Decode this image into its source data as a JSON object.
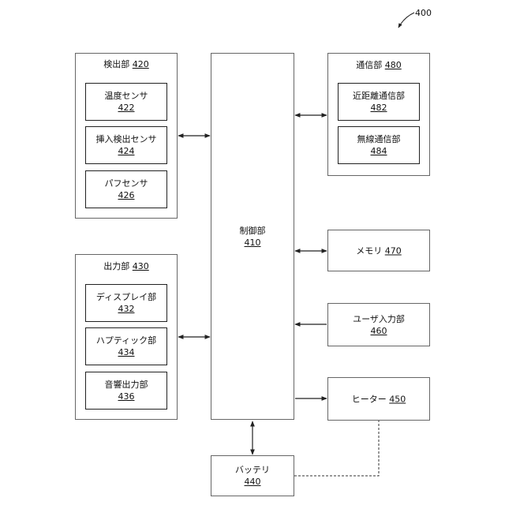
{
  "figure_number": "400",
  "blocks": {
    "detect": {
      "name": "検出部",
      "num": "420"
    },
    "temp": {
      "name": "温度センサ",
      "num": "422"
    },
    "insert": {
      "name": "挿入検出センサ",
      "num": "424"
    },
    "puff": {
      "name": "パフセンサ",
      "num": "426"
    },
    "output": {
      "name": "出力部",
      "num": "430"
    },
    "display": {
      "name": "ディスプレイ部",
      "num": "432"
    },
    "haptic": {
      "name": "ハプティック部",
      "num": "434"
    },
    "audio": {
      "name": "音響出力部",
      "num": "436"
    },
    "control": {
      "name": "制御部",
      "num": "410"
    },
    "comm": {
      "name": "通信部",
      "num": "480"
    },
    "nfc": {
      "name": "近距離通信部",
      "num": "482"
    },
    "wireless": {
      "name": "無線通信部",
      "num": "484"
    },
    "memory": {
      "name": "メモリ",
      "num": "470"
    },
    "userin": {
      "name": "ユーザ入力部",
      "num": "460"
    },
    "heater": {
      "name": "ヒーター",
      "num": "450"
    },
    "battery": {
      "name": "バッテリ",
      "num": "440"
    }
  }
}
